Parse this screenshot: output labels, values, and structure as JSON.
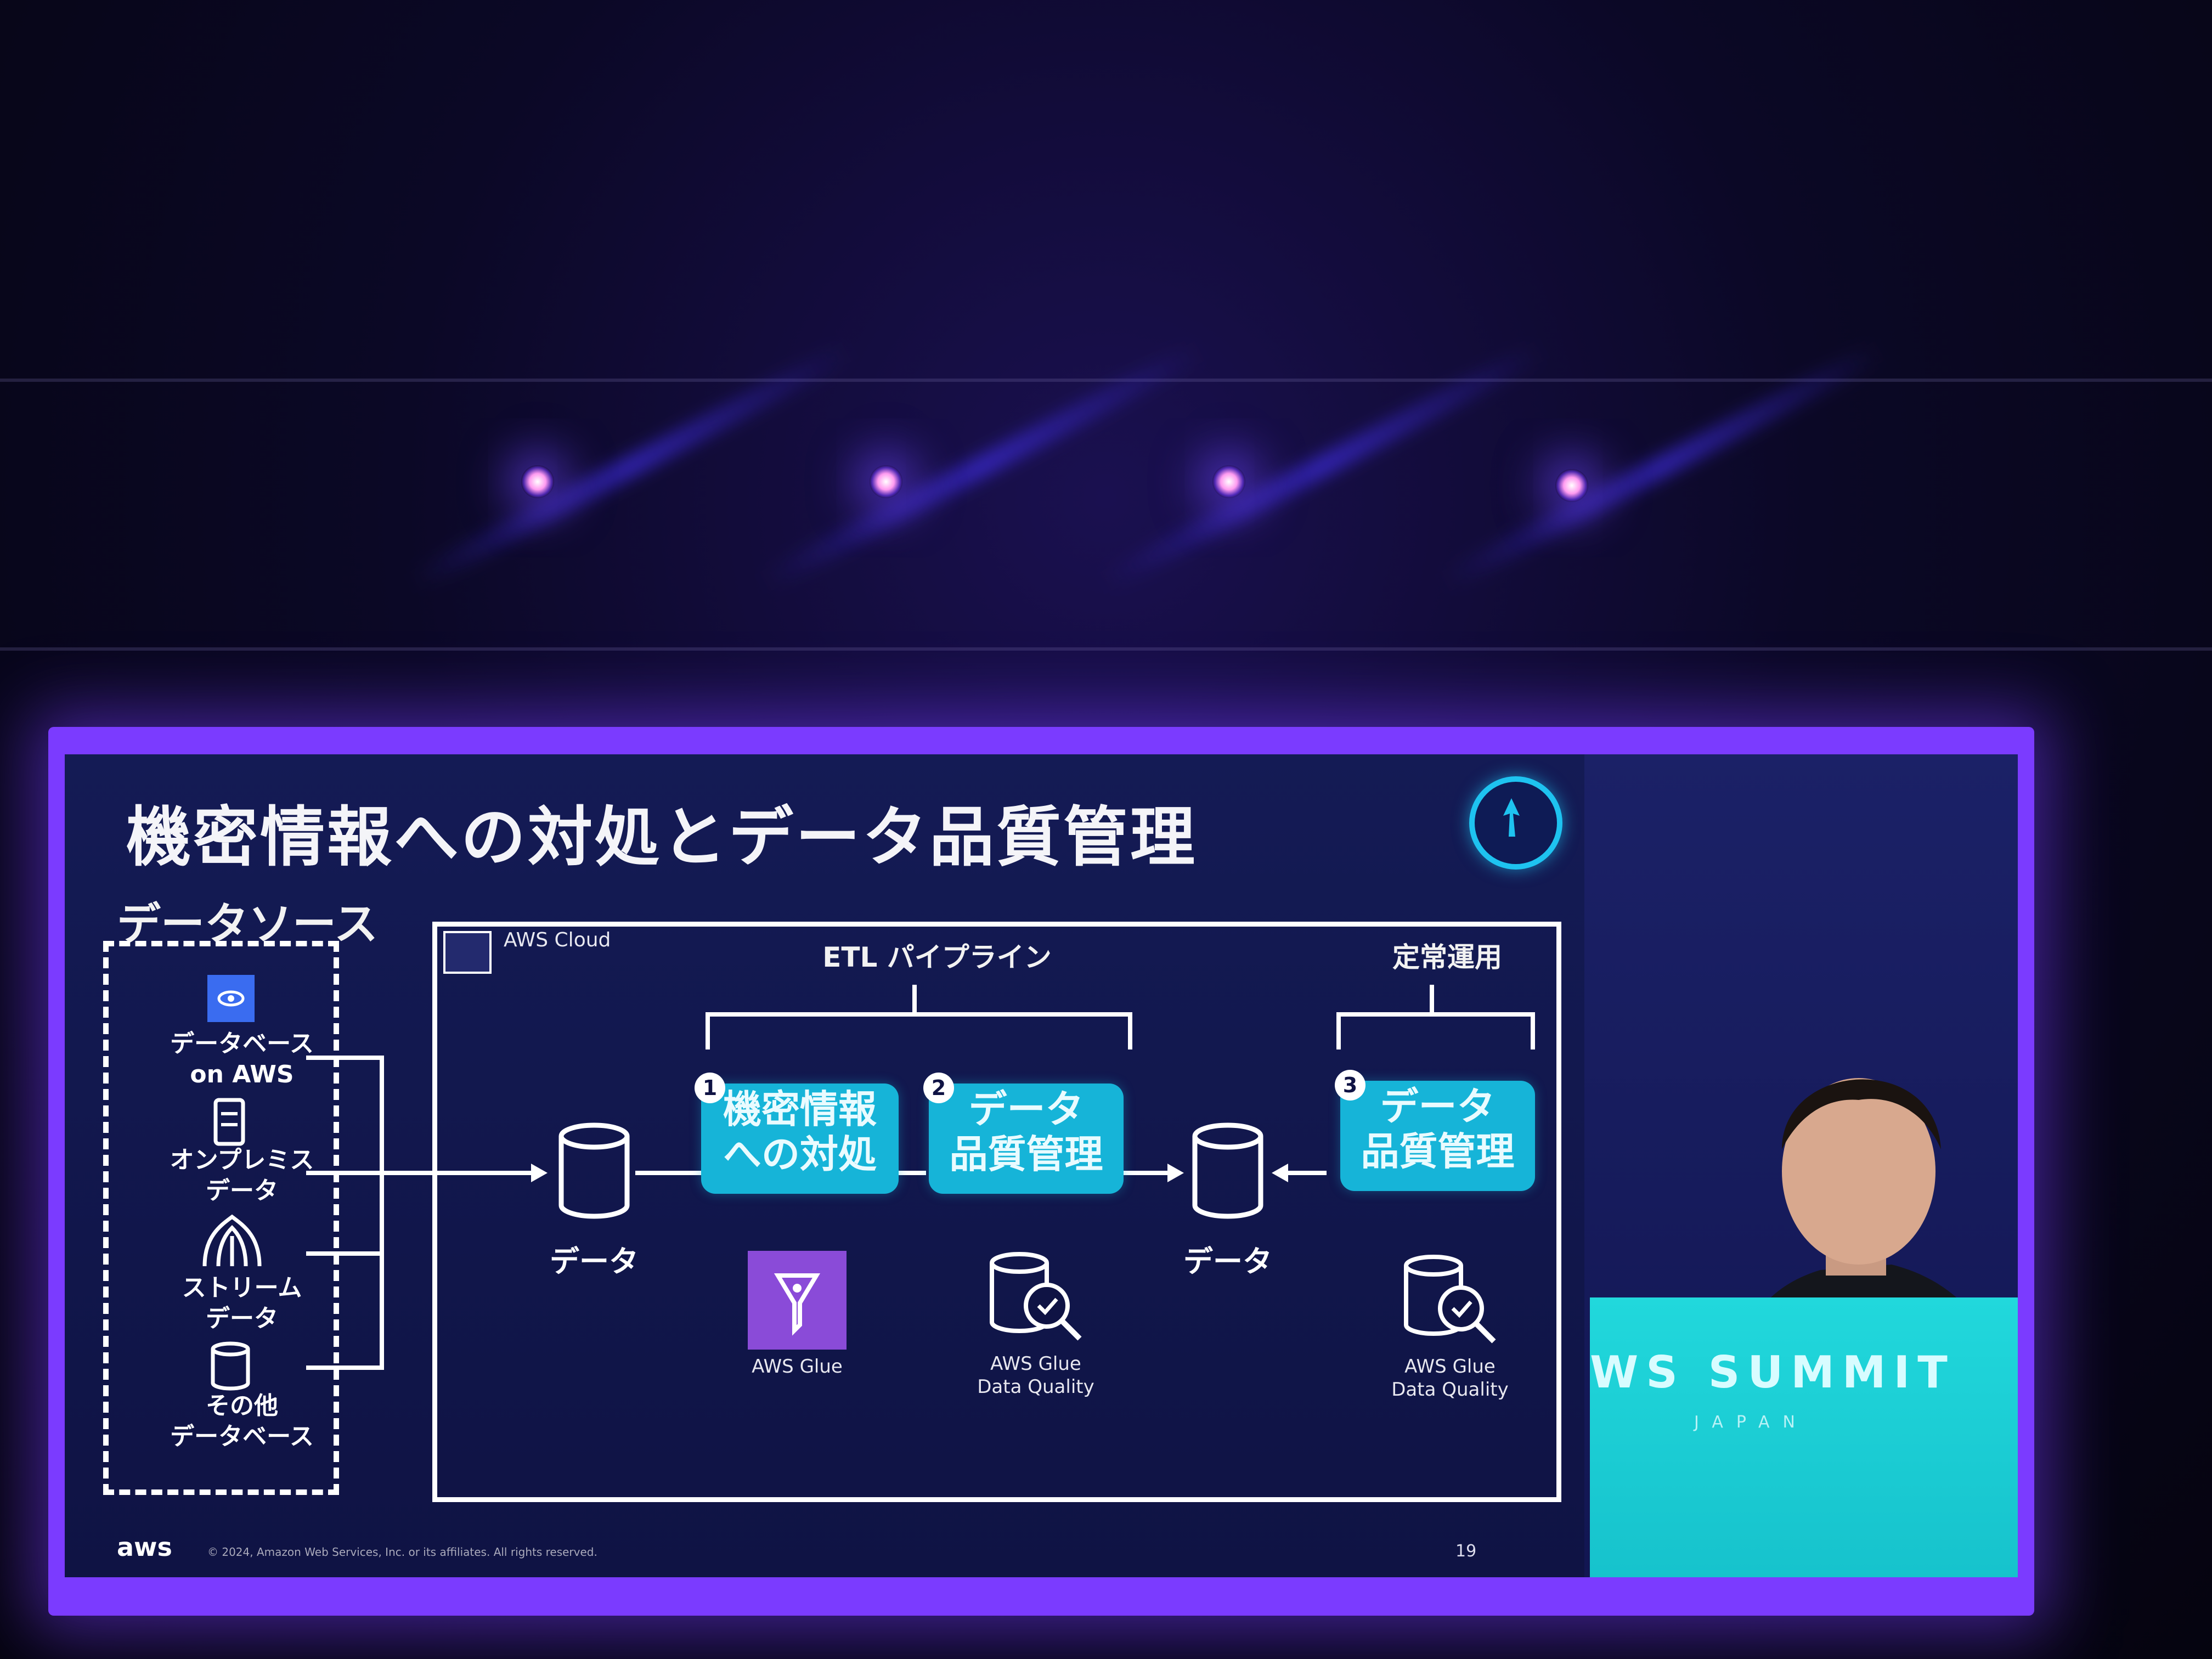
{
  "slide": {
    "title": "機密情報への対処とデータ品質管理",
    "data_sources": {
      "heading": "データソース",
      "items": [
        {
          "label_line1": "データベース",
          "label_line2": "on AWS",
          "icon": "database-service-icon"
        },
        {
          "label_line1": "オンプレミス",
          "label_line2": "データ",
          "icon": "server-icon"
        },
        {
          "label_line1": "ストリーム",
          "label_line2": "データ",
          "icon": "stream-icon"
        },
        {
          "label_line1": "その他",
          "label_line2": "データベース",
          "icon": "database-icon"
        }
      ]
    },
    "cloud_label": "AWS Cloud",
    "etl_label": "ETL パイプライン",
    "ops_label": "定常運用",
    "steps": [
      {
        "number": "1",
        "line1": "機密情報",
        "line2": "への対処"
      },
      {
        "number": "2",
        "line1": "データ",
        "line2": "品質管理"
      },
      {
        "number": "3",
        "line1": "データ",
        "line2": "品質管理"
      }
    ],
    "data_store_label": "データ",
    "services": [
      {
        "label_line1": "AWS Glue",
        "label_line2": ""
      },
      {
        "label_line1": "AWS Glue",
        "label_line2": "Data Quality"
      },
      {
        "label_line1": "AWS Glue",
        "label_line2": "Data Quality"
      }
    ],
    "footer_copyright": "© 2024, Amazon Web Services, Inc. or its affiliates. All rights reserved.",
    "page_number": "19",
    "footer_logo": "aws"
  },
  "stage": {
    "lectern_brand": "WS SUMMIT",
    "lectern_sub": "JAPAN"
  },
  "colors": {
    "accent_teal": "#16b4d8",
    "screen_frame": "#7b3bff",
    "slide_bg": "#141b55"
  }
}
